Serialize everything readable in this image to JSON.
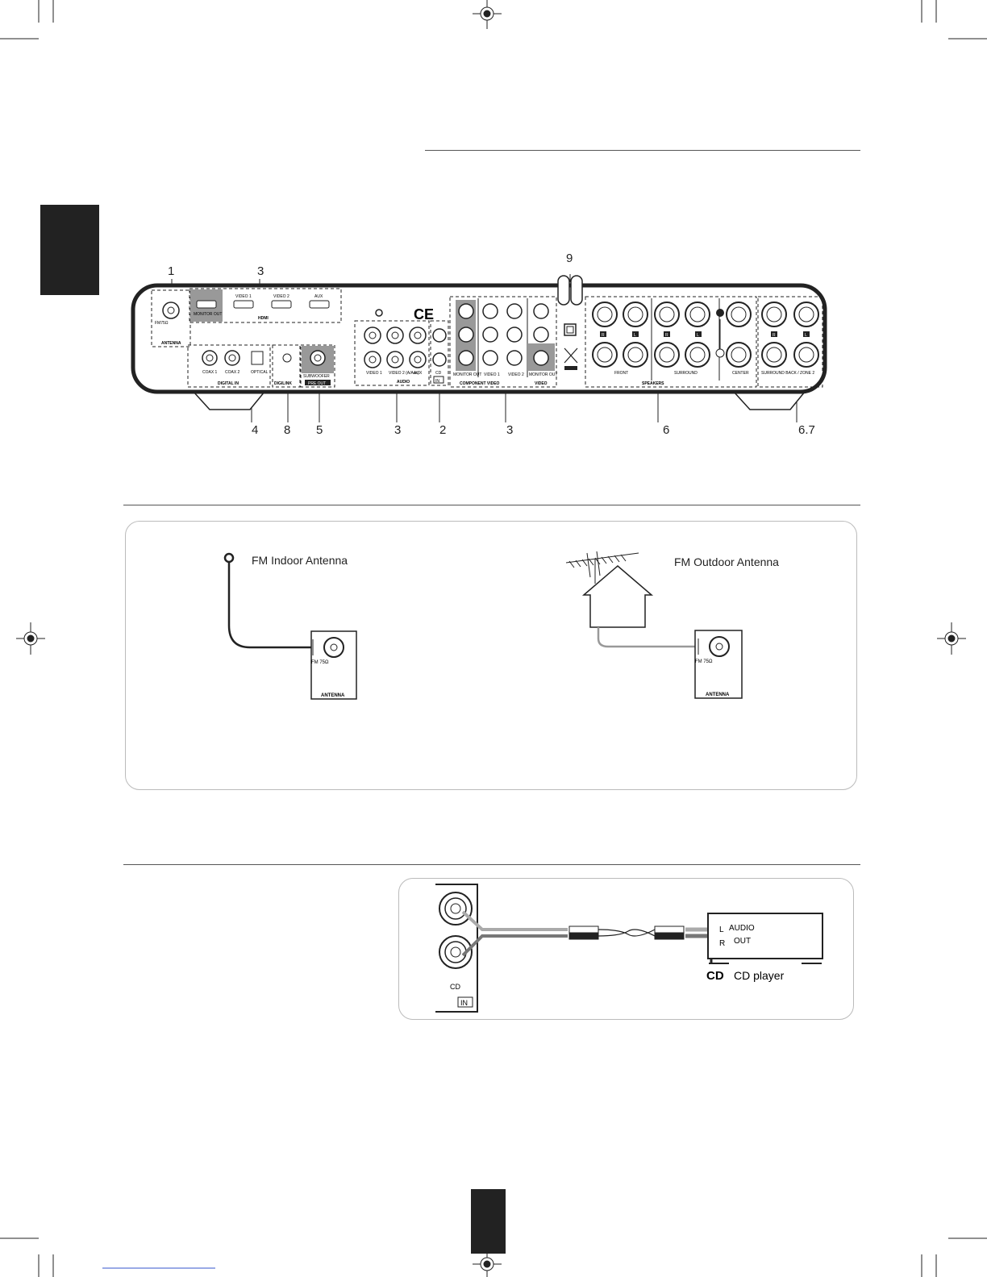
{
  "rear_panel": {
    "callouts": {
      "c1": "1",
      "c3a": "3",
      "c9": "9",
      "c4": "4",
      "c8": "8",
      "c5": "5",
      "c3b": "3",
      "c2": "2",
      "c3c": "3",
      "c6": "6",
      "c67": "6.7"
    },
    "labels": {
      "fm": "FM75Ω",
      "antenna": "ANTENNA",
      "monitor_out": "MONITOR OUT",
      "video1": "VIDEO 1",
      "video2": "VIDEO 2",
      "aux": "AUX",
      "hdmi": "HDMI",
      "coax1": "COAX 1",
      "coax2": "COAX 2",
      "optical": "OPTICAL",
      "digital_in": "DIGITAL IN",
      "digilink": "DIGILINK",
      "subwoofer": "SUBWOOFER",
      "preout": "PRE OUT",
      "audio": "AUDIO",
      "video2_aux": "VIDEO 2 (A/Aux)",
      "cd": "CD",
      "in": "IN",
      "component_video": "COMPONENT VIDEO",
      "video": "VIDEO",
      "front": "FRONT",
      "surround": "SURROUND",
      "center": "CENTER",
      "speakers": "SPEAKERS",
      "surround_back": "SURROUND BACK / ZONE 2",
      "r": "R",
      "l": "L"
    }
  },
  "antenna_panel": {
    "indoor_label": "FM Indoor Antenna",
    "outdoor_label": "FM Outdoor Antenna",
    "jack_label": "FM 75Ω",
    "box_label": "ANTENNA"
  },
  "cd_panel": {
    "cd_label": "CD",
    "in_label": "IN",
    "l": "L",
    "r": "R",
    "audio_out_1": "AUDIO",
    "audio_out_2": "OUT",
    "cd_logo": "CD",
    "cd_player": "CD player"
  }
}
